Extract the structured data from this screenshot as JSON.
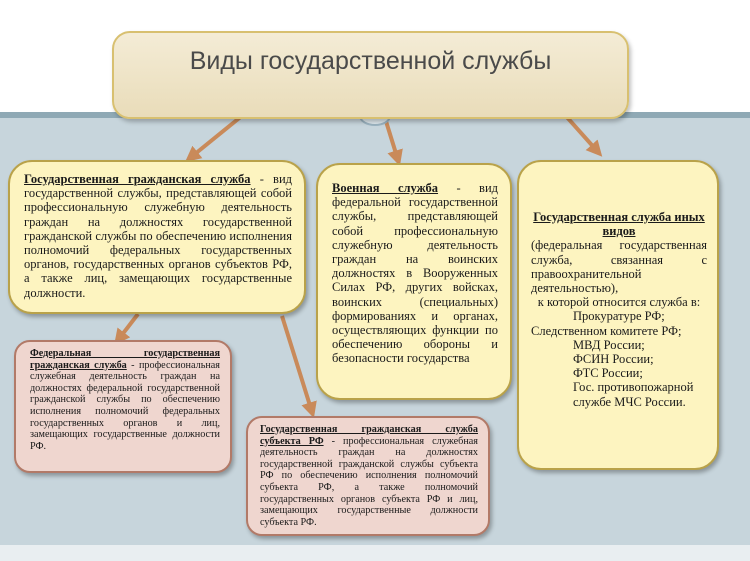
{
  "title": "Виды государственной службы",
  "boxes": {
    "civil": {
      "heading": "Государственная гражданская служба",
      "body": " - вид государственной службы, представляющей собой профессиональную служебную деятельность граждан на должностях государственной гражданской службы по обеспечению исполнения полномочий федеральных государственных органов, государственных органов субъектов РФ, а также лиц, замещающих государственные должности."
    },
    "military": {
      "heading": "Военная служба",
      "body": " - вид федеральной государственной службы, представляющей собой профессиональную служебную деятельность граждан на воинских должностях в Вооруженных Силах РФ, других войсках, воинских (специальных) формированиях и органах, осуществляющих функции по обеспечению обороны и безопасности государства"
    },
    "other": {
      "heading": "Государственная служба иных видов",
      "line1": "(федеральная государственная служба, связанная с правоохранительной деятельностью),",
      "line2": "к которой относится служба в:",
      "items": [
        "Прокуратуре РФ;",
        "Следственном комитете РФ;",
        "МВД России;",
        "ФСИН России;",
        "ФТС России;",
        "Гос. противопожарной службе МЧС России."
      ]
    },
    "federal_civil": {
      "heading": "Федеральная государственная гражданская служба",
      "body": " - профессиональная служебная деятельность граждан на должностях федеральной государственной гражданской службы по обеспечению исполнения полномочий федеральных государственных органов и лиц, замещающих государственные должности РФ."
    },
    "subject_civil": {
      "heading": "Государственная гражданская служба субъекта РФ",
      "body": " - профессиональная служебная деятельность граждан на должностях государственной гражданской службы субъекта РФ по обеспечению исполнения полномочий субъекта РФ, а также полномочий государственных органов субъекта РФ и лиц, замещающих государственные должности субъекта РФ."
    }
  },
  "colors": {
    "yellow_fill": "#fdf4c0",
    "pink_fill": "#efd6cf",
    "arrow": "#c98a5a",
    "background": "#c7d5dc"
  }
}
